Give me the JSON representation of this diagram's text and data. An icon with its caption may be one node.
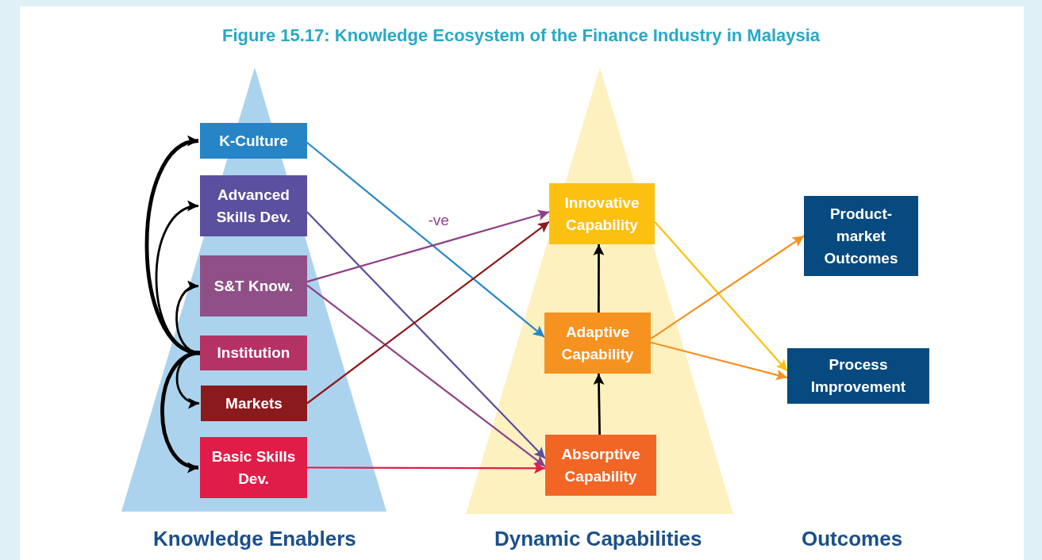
{
  "diagram": {
    "title": "Figure 15.17: Knowledge Ecosystem of the Finance Industry in Malaysia",
    "nodes": [
      {
        "text": [
          "K-Culture"
        ]
      },
      {
        "text": [
          "Advanced Skills Dev."
        ]
      },
      {
        "text": [
          "S&T Know."
        ]
      },
      {
        "text": [
          "Institution"
        ]
      },
      {
        "text": [
          "Markets"
        ]
      },
      {
        "text": [
          "Basic Skills Dev."
        ]
      },
      {
        "text": [
          "Innovative Capability"
        ]
      },
      {
        "text": [
          "Adaptive Capability"
        ]
      },
      {
        "text": [
          "Absorptive Capability"
        ]
      },
      {
        "text": [
          "Product- market Outcomes"
        ]
      },
      {
        "text": [
          "Process Improvement"
        ]
      }
    ],
    "edges": [
      {
        "from": 3,
        "to": 0,
        "arrow": "to",
        "style": "thick",
        "color": "#000000"
      },
      {
        "from": 3,
        "to": 1,
        "arrow": "to",
        "color": "#000000"
      },
      {
        "from": 3,
        "to": 2,
        "arrow": "to",
        "color": "#000000"
      },
      {
        "from": 3,
        "to": 4,
        "arrow": "to",
        "color": "#000000"
      },
      {
        "from": 3,
        "to": 5,
        "arrow": "to",
        "style": "thick",
        "color": "#000000"
      },
      {
        "from": 0,
        "to": 7,
        "arrow": "to",
        "color": "#2585c7"
      },
      {
        "from": 1,
        "to": 8,
        "arrow": "to",
        "color": "#5b4f9f"
      },
      {
        "from": 2,
        "to": 6,
        "arrow": "to",
        "label": "-ve",
        "color": "#8f3f88"
      },
      {
        "from": 2,
        "to": 8,
        "arrow": "to",
        "color": "#8f3f88"
      },
      {
        "from": 4,
        "to": 6,
        "arrow": "to",
        "color": "#8b1a1d"
      },
      {
        "from": 5,
        "to": 8,
        "arrow": "to",
        "color": "#e01d48"
      },
      {
        "from": 8,
        "to": 7,
        "arrow": "to",
        "color": "#000000"
      },
      {
        "from": 7,
        "to": 6,
        "arrow": "to",
        "color": "#000000"
      },
      {
        "from": 6,
        "to": 10,
        "arrow": "to",
        "color": "#fcc010"
      },
      {
        "from": 7,
        "to": 9,
        "arrow": "to",
        "color": "#f69220"
      },
      {
        "from": 7,
        "to": 10,
        "arrow": "to",
        "color": "#f69220"
      }
    ],
    "labels": [
      "Knowledge Enablers",
      "Dynamic Capabilities",
      "Outcomes"
    ]
  }
}
